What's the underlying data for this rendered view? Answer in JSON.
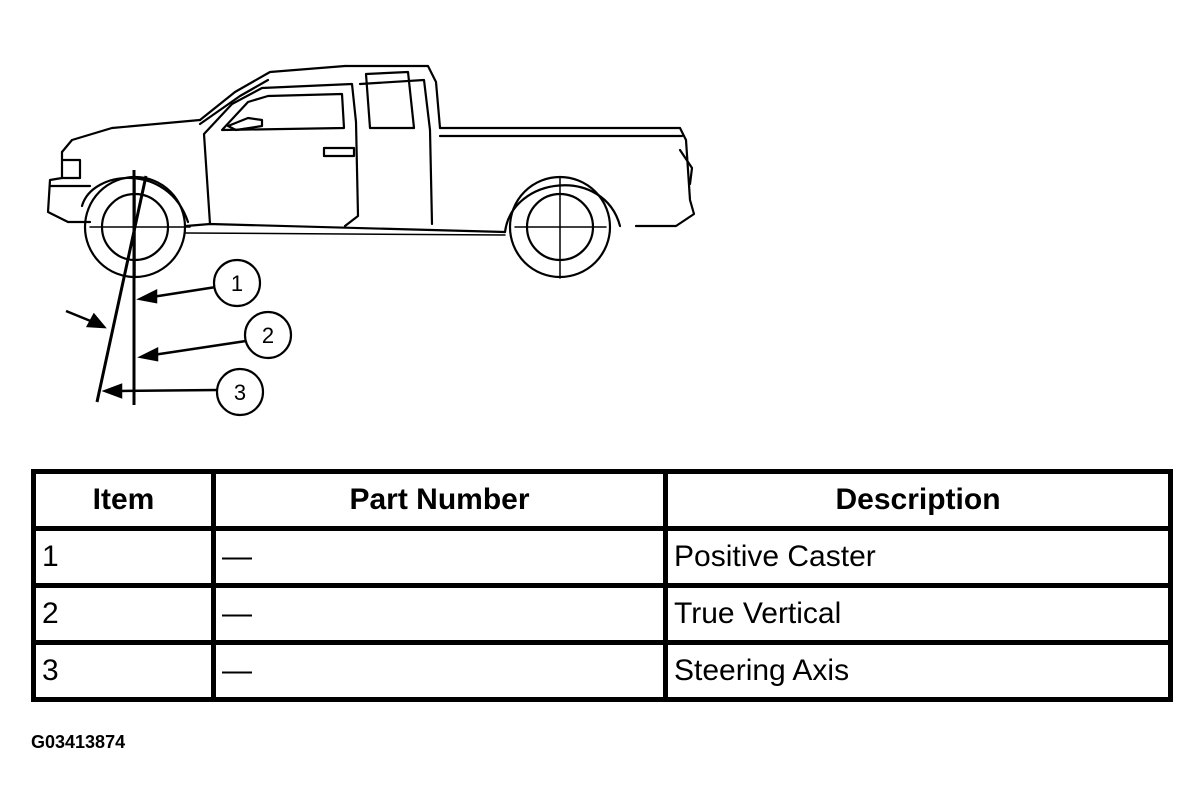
{
  "callouts": [
    {
      "number": "1"
    },
    {
      "number": "2"
    },
    {
      "number": "3"
    }
  ],
  "table": {
    "headers": {
      "item": "Item",
      "part_number": "Part Number",
      "description": "Description"
    },
    "rows": [
      {
        "item": "1",
        "part_number": "—",
        "description": "Positive Caster"
      },
      {
        "item": "2",
        "part_number": "—",
        "description": "True Vertical"
      },
      {
        "item": "3",
        "part_number": "—",
        "description": "Steering Axis"
      }
    ]
  },
  "figure_id": "G03413874"
}
